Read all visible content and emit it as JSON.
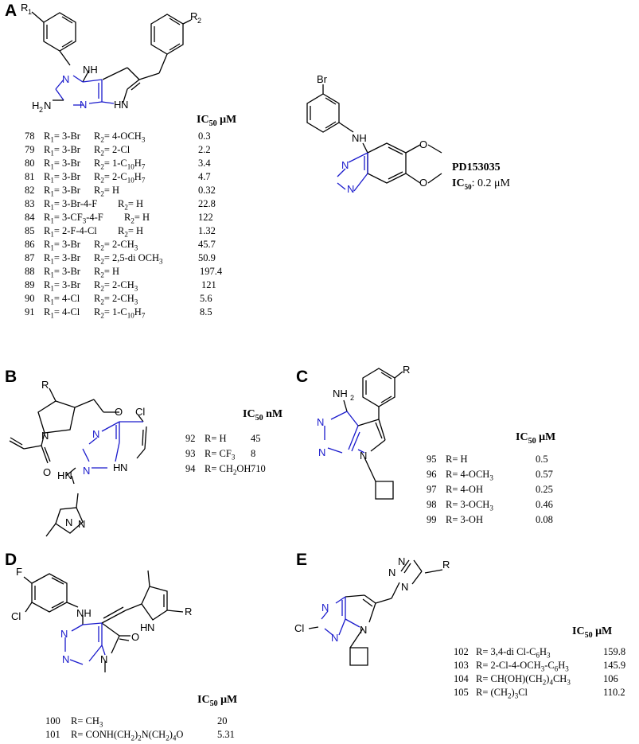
{
  "panels": {
    "A": {
      "letter": "A",
      "ic_header": "IC",
      "ic_sub": "50",
      "ic_unit": " μM",
      "atoms": {
        "r1": "R",
        "r1sub": "1",
        "r2": "R",
        "r2sub": "2",
        "nh": "NH",
        "n1": "N",
        "n2": "N",
        "h2n": "H",
        "h2nsub": "2",
        "h2nN": "N",
        "hN": "H",
        "hNN": "N"
      },
      "rows": [
        {
          "id": "78",
          "r1": "3-Br",
          "r2": "4-OCH3",
          "ic": "0.3"
        },
        {
          "id": "79",
          "r1": "3-Br",
          "r2": "2-Cl",
          "ic": "2.2"
        },
        {
          "id": "80",
          "r1": "3-Br",
          "r2": "1-C10H7",
          "ic": "3.4"
        },
        {
          "id": "81",
          "r1": "3-Br",
          "r2": "2-C10H7",
          "ic": "4.7"
        },
        {
          "id": "82",
          "r1": "3-Br",
          "r2": "H",
          "ic": "0.32"
        },
        {
          "id": "83",
          "r1": "3-Br-4-F",
          "r2": "H",
          "ic": "22.8"
        },
        {
          "id": "84",
          "r1": "3-CF3-4-F",
          "r2": "H",
          "ic": "122"
        },
        {
          "id": "85",
          "r1": "2-F-4-Cl",
          "r2": "H",
          "ic": "1.32"
        },
        {
          "id": "86",
          "r1": "3-Br",
          "r2": "2-CH3",
          "ic": "45.7"
        },
        {
          "id": "87",
          "r1": "3-Br",
          "r2": "2,5-di OCH3",
          "ic": "50.9"
        },
        {
          "id": "88",
          "r1": "3-Br",
          "r2": "H",
          "ic": "197.4"
        },
        {
          "id": "89",
          "r1": "3-Br",
          "r2": "2-CH3",
          "ic": "121"
        },
        {
          "id": "90",
          "r1": "4-Cl",
          "r2": "2-CH3",
          "ic": "5.6"
        },
        {
          "id": "91",
          "r1": "4-Cl",
          "r2": "1-C10H7",
          "ic": "8.5"
        }
      ],
      "pd": {
        "name": "PD153035",
        "ic_label": "IC",
        "ic_sub": "50",
        "ic_value": ": 0.2 μM",
        "br": "Br",
        "nh": "NH",
        "n1": "N",
        "n2": "N"
      }
    },
    "B": {
      "letter": "B",
      "ic_header": "IC",
      "ic_sub": "50",
      "ic_unit": " nM",
      "atoms": {
        "r": "R",
        "o": "O",
        "cl": "Cl",
        "n_pyr": "N",
        "o_carbonyl": "O",
        "n1": "N",
        "n2": "N",
        "hn": "HN",
        "hN": "H",
        "hNN": "N",
        "n_pz1": "N",
        "n_pz2": "N"
      },
      "rows": [
        {
          "id": "92",
          "r": "R= H",
          "ic": "45"
        },
        {
          "id": "93",
          "r": "R= CF3",
          "ic": "8"
        },
        {
          "id": "94",
          "r": "R= CH2OH",
          "ic": "710"
        }
      ]
    },
    "C": {
      "letter": "C",
      "ic_header": "IC",
      "ic_sub": "50",
      "ic_unit": " μM",
      "atoms": {
        "r": "R",
        "nh2": "NH",
        "nh2sub": "2",
        "n1": "N",
        "n2": "N",
        "n3": "N"
      },
      "rows": [
        {
          "id": "95",
          "r": "R= H",
          "ic": "0.5"
        },
        {
          "id": "96",
          "r": "R= 4-OCH3",
          "ic": "0.57"
        },
        {
          "id": "97",
          "r": "R= 4-OH",
          "ic": "0.25"
        },
        {
          "id": "98",
          "r": "R= 3-OCH3",
          "ic": "0.46"
        },
        {
          "id": "99",
          "r": "R= 3-OH",
          "ic": "0.08"
        }
      ]
    },
    "D": {
      "letter": "D",
      "ic_header": "IC",
      "ic_sub": "50",
      "ic_unit": " μM",
      "atoms": {
        "f": "F",
        "cl": "Cl",
        "nh": "NH",
        "n1": "N",
        "n2": "N",
        "n3": "N",
        "o": "O",
        "hN": "H",
        "hNN": "N",
        "r": "R"
      },
      "rows": [
        {
          "id": "100",
          "r": "R= CH3",
          "ic": "20"
        },
        {
          "id": "101",
          "r": "R= CONH(CH2)2N(CH2)4O",
          "ic": "5.31"
        }
      ]
    },
    "E": {
      "letter": "E",
      "ic_header": "IC",
      "ic_sub": "50",
      "ic_unit": " μM",
      "atoms": {
        "r": "R",
        "n_t1": "N",
        "n_t2": "N",
        "n_t3": "N",
        "cl": "Cl",
        "n1": "N",
        "n2": "N",
        "n3": "N"
      },
      "rows": [
        {
          "id": "102",
          "r": "R= 3,4-di Cl-C6H3",
          "ic": "159.8"
        },
        {
          "id": "103",
          "r": "R= 2-Cl-4-OCH3-C6H3",
          "ic": "145.9"
        },
        {
          "id": "104",
          "r": "R= CH(OH)(CH2)4CH3",
          "ic": "106"
        },
        {
          "id": "105",
          "r": "R= (CH2)3Cl",
          "ic": "110.2"
        }
      ]
    }
  },
  "colors": {
    "heteroatom_ring": "#1a1acc",
    "bond": "#000000"
  }
}
